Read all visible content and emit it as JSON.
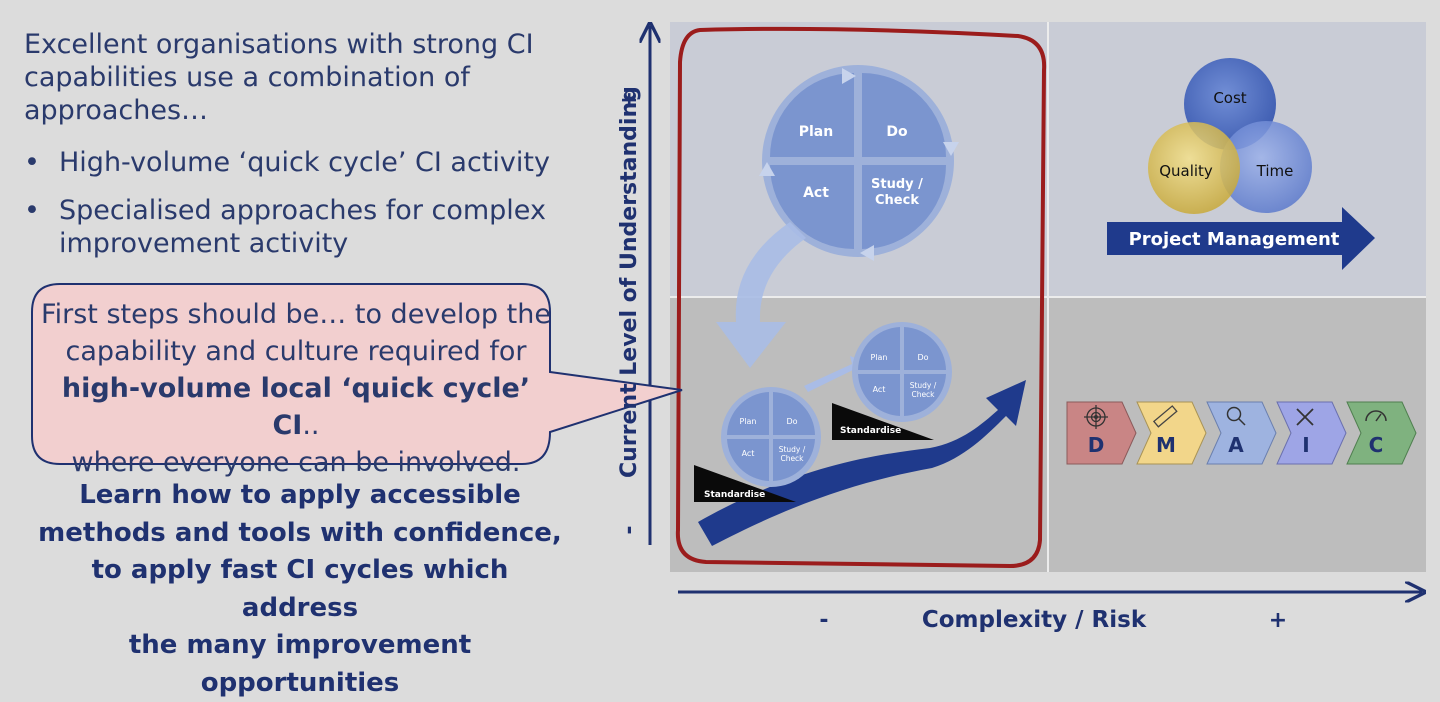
{
  "intro": {
    "line1": "Excellent organisations with strong CI",
    "line2": "capabilities use a combination of",
    "line3": "approaches…"
  },
  "bullets": [
    {
      "line1": "High-volume ‘quick cycle’ CI activity",
      "line2": ""
    },
    {
      "line1": "Specialised approaches for complex",
      "line2": "improvement activity"
    }
  ],
  "bullet_symbol": "•",
  "callout": {
    "line1": "First steps should be… to develop the",
    "line2": "capability and culture required for",
    "line3_bold": "high-volume local ‘quick cycle’ CI",
    "line3_tail": "..",
    "line4": "where everyone can be involved."
  },
  "learn": {
    "line1": "Learn how to apply accessible",
    "line2": "methods and tools with confidence,",
    "line3": "to apply fast CI cycles which address",
    "line4": "the many improvement opportunities"
  },
  "axes": {
    "y_label": "Current Level of Understanding",
    "y_plus": "+",
    "y_minus": "-",
    "x_label": "Complexity / Risk",
    "x_minus": "-",
    "x_plus": "+"
  },
  "pdsa_large": {
    "plan": "Plan",
    "do": "Do",
    "act": "Act",
    "study1": "Study /",
    "study2": "Check"
  },
  "pdsa_small": {
    "plan": "Plan",
    "do": "Do",
    "act": "Act",
    "study1": "Study /",
    "study2": "Check"
  },
  "standardise": "Standardise",
  "venn": {
    "cost": "Cost",
    "quality": "Quality",
    "time": "Time"
  },
  "project_management": "Project Management",
  "dmaic": [
    {
      "letter": "D",
      "color": "#c98585",
      "icon": "target-icon"
    },
    {
      "letter": "M",
      "color": "#f2d68a",
      "icon": "ruler-icon"
    },
    {
      "letter": "A",
      "color": "#9eb3e0",
      "icon": "magnifier-icon"
    },
    {
      "letter": "I",
      "color": "#9ea5e6",
      "icon": "tools-icon"
    },
    {
      "letter": "C",
      "color": "#7fb27f",
      "icon": "gauge-icon"
    }
  ],
  "colors": {
    "navy": "#1f3170",
    "highlight_border": "#9b1c1c",
    "callout_fill": "#f2cfcf",
    "cycle_blue": "#7b95cf"
  }
}
